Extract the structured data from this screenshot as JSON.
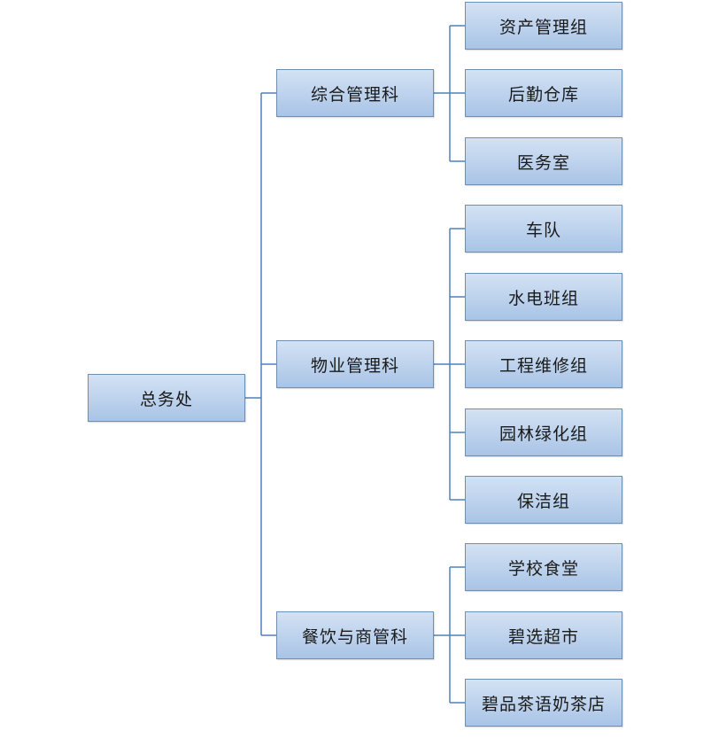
{
  "root": {
    "label": "总务处"
  },
  "departments": [
    {
      "label": "综合管理科",
      "children": [
        "资产管理组",
        "后勤仓库",
        "医务室"
      ]
    },
    {
      "label": "物业管理科",
      "children": [
        "车队",
        "水电班组",
        "工程维修组",
        "园林绿化组",
        "保洁组"
      ]
    },
    {
      "label": "餐饮与商管科",
      "children": [
        "学校食堂",
        "碧选超市",
        "碧品茶语奶茶店"
      ]
    }
  ],
  "colors": {
    "connector": "#4f81bd",
    "box_border": "#6f8fb0",
    "box_fill_top": "#d3e2f4",
    "box_fill_bottom": "#a9c4e6"
  }
}
